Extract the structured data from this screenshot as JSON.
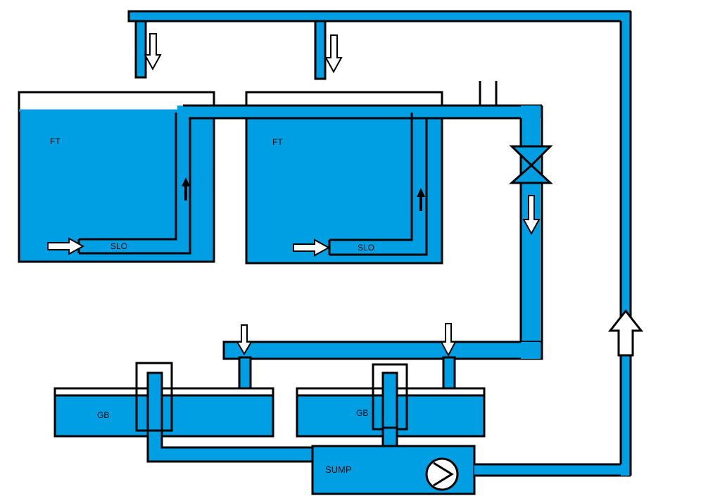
{
  "labels": {
    "ft_left": "FT",
    "ft_right": "FT",
    "slo_left": "SLO",
    "slo_right": "SLO",
    "gb_left": "GB",
    "gb_right": "GB",
    "sump": "SUMP"
  },
  "colors": {
    "water": "#009fe3",
    "outline": "#000000",
    "background": "#ffffff"
  },
  "icons": {
    "pump": "pump-icon",
    "valve": "valve-icon",
    "arrow": "flow-arrow-icon"
  }
}
